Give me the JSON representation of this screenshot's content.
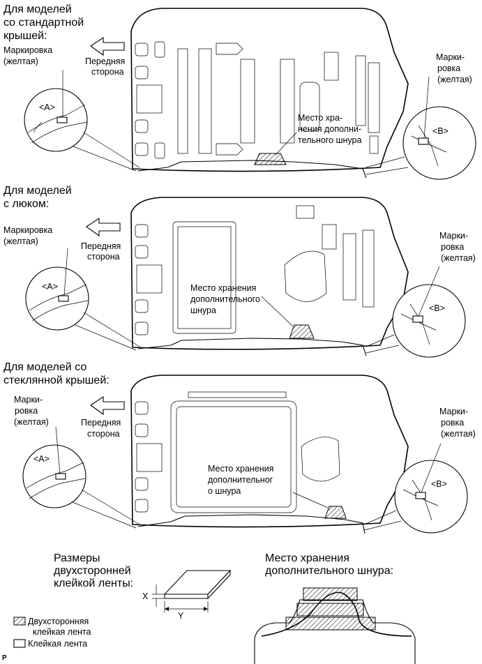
{
  "sections": [
    {
      "title_lines": [
        "Для моделей",
        "со стандартной",
        "крышей:"
      ],
      "marking_a": [
        "Маркировка",
        "(желтая)"
      ],
      "front": [
        "Передняя",
        "сторона"
      ],
      "storage": [
        "Место хра-",
        "нения дополни-",
        "тельного шнура"
      ],
      "marking_b": [
        "Марки-",
        "ровка",
        "(желтая)"
      ]
    },
    {
      "title_lines": [
        "Для моделей",
        "с люком:"
      ],
      "marking_a": [
        "Маркировка",
        "(желтая)"
      ],
      "front": [
        "Передняя",
        "сторона"
      ],
      "storage": [
        "Место хранения",
        "дополнительного",
        "шнура"
      ],
      "marking_b": [
        "Марки-",
        "ровка",
        "(желтая)"
      ]
    },
    {
      "title_lines": [
        "Для моделей со",
        "стеклянной крышей:"
      ],
      "marking_a": [
        "Марки-",
        "ровка",
        "(желтая)"
      ],
      "front": [
        "Передняя",
        "сторона"
      ],
      "storage": [
        "Место хранения",
        "дополнительног",
        "о шнура"
      ],
      "marking_b": [
        "Марки-",
        "ровка",
        "(желтая)"
      ]
    }
  ],
  "callout_a": "<A>",
  "callout_b": "<B>",
  "tape_size": {
    "title_lines": [
      "Размеры",
      "двухсторонней",
      "клейкой ленты:"
    ],
    "x_label": "X",
    "y_label": "Y"
  },
  "storage_detail_title": [
    "Место хранения",
    "дополнительного шнура:"
  ],
  "legend": {
    "double_tape": [
      "Двухсторонняя",
      "клейкая лента"
    ],
    "tape": "Клейкая лента"
  },
  "footer_code": "P"
}
